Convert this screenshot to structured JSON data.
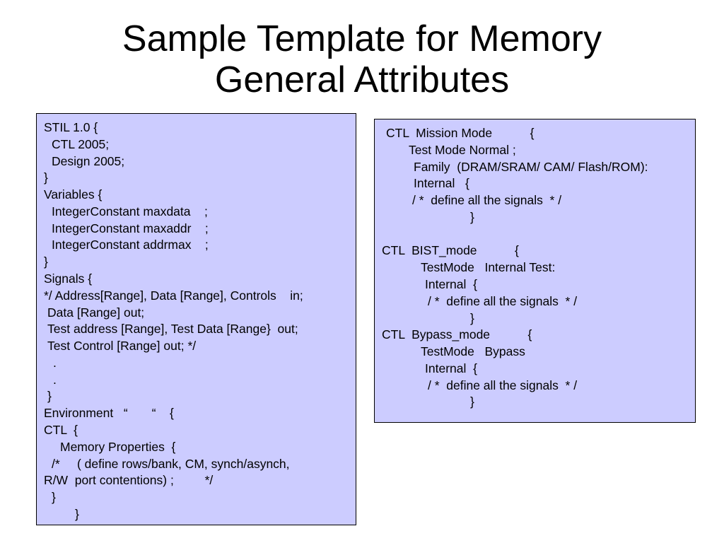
{
  "slide": {
    "title_line1": "Sample Template for Memory",
    "title_line2": "General Attributes"
  },
  "left_box": {
    "lines": [
      "STIL 1.0 {",
      "CTL 2005;",
      "Design 2005;",
      "}",
      "Variables {",
      "IntegerConstant maxdata    ;",
      "IntegerConstant maxaddr    ;",
      "IntegerConstant addrmax    ;",
      "}",
      "Signals {",
      "*/ Address[Range], Data [Range], Controls    in;",
      "Data [Range] out;",
      "Test address [Range], Test Data [Range}  out;",
      "Test Control [Range] out; */",
      ".",
      ".",
      "}",
      "Environment   “       “    {",
      "CTL  {",
      "Memory Properties  {",
      "/*     ( define rows/bank, CM, synch/asynch,",
      "R/W  port contentions) ;         */",
      "}",
      "}"
    ]
  },
  "right_box": {
    "lines": [
      "CTL  Mission Mode           {",
      "Test Mode Normal ;",
      "Family  (DRAM/SRAM/ CAM/ Flash/ROM):",
      "Internal   {",
      "/ *  define all the signals  * /",
      "}",
      "",
      "CTL  BIST_mode           {",
      "TestMode   Internal Test:",
      "Internal  {",
      "/ *  define all the signals  * /",
      "}",
      "CTL  Bypass_mode           {",
      "TestMode   Bypass",
      "Internal  {",
      "/ *  define all the signals  * /",
      "}"
    ]
  }
}
